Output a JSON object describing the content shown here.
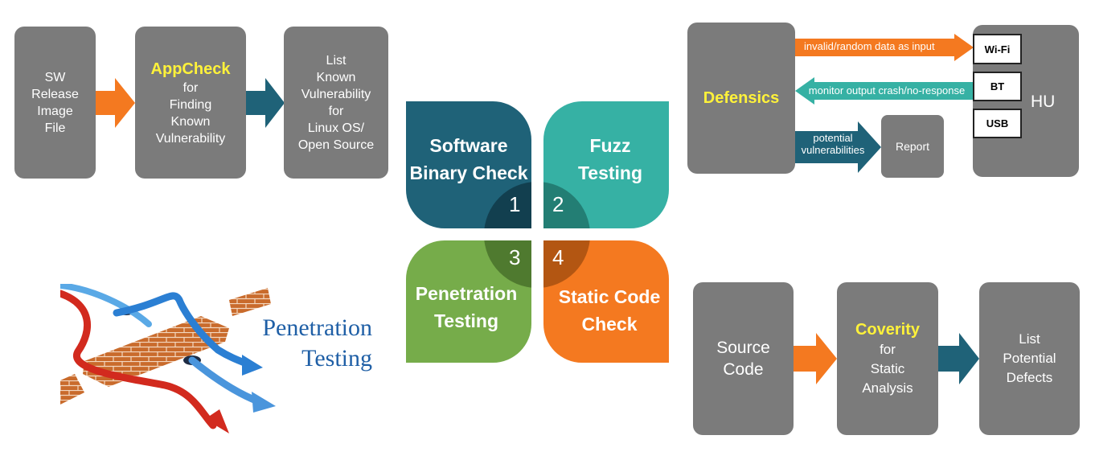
{
  "appcheck_flow": {
    "box1": [
      "SW",
      "Release",
      "Image",
      "File"
    ],
    "box2_title": "AppCheck",
    "box2": [
      "for",
      "Finding",
      "Known",
      "Vulnerability"
    ],
    "box3": [
      "List",
      "Known",
      "Vulnerability",
      "for",
      "Linux OS/",
      "Open Source"
    ]
  },
  "quadrants": [
    {
      "lines": [
        "Software",
        "Binary Check"
      ],
      "number": "1",
      "color": "#1f6278"
    },
    {
      "lines": [
        "Fuzz",
        "Testing"
      ],
      "number": "2",
      "color": "#36b1a4"
    },
    {
      "lines": [
        "Penetration",
        "Testing"
      ],
      "number": "3",
      "color": "#76ac4a"
    },
    {
      "lines": [
        "Static Code",
        "Check"
      ],
      "number": "4",
      "color": "#f47920"
    }
  ],
  "defensics_flow": {
    "title": "Defensics",
    "input_label": "invalid/random data as input",
    "monitor_label": "monitor output crash/no-response",
    "potential_label": [
      "potential",
      "vulnerabilities"
    ],
    "report": "Report",
    "hu": "HU",
    "interfaces": [
      "Wi-Fi",
      "BT",
      "USB"
    ]
  },
  "coverity_flow": {
    "box1": [
      "Source",
      "Code"
    ],
    "box2_title": "Coverity",
    "box2": [
      "for",
      "Static",
      "Analysis"
    ],
    "box3": [
      "List",
      "Potential",
      "Defects"
    ]
  },
  "pentest_image": {
    "lines": [
      "Penetration",
      "Testing"
    ]
  },
  "colors": {
    "box_gray": "#7b7b7b",
    "orange": "#f47920",
    "teal_dark": "#1f6278",
    "teal_light": "#36b1a4",
    "highlight": "#fff23a"
  }
}
